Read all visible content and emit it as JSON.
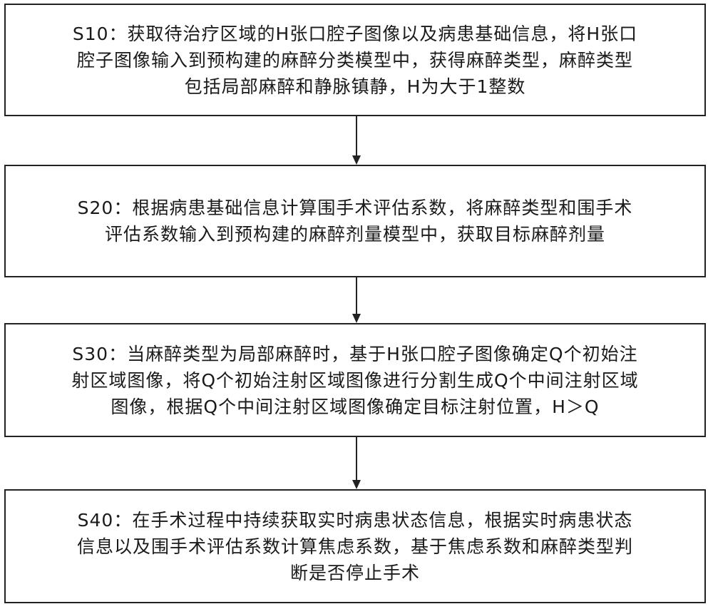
{
  "steps": [
    {
      "lines": [
        "S10：获取待治疗区域的H张口腔子图像以及病患基础信息，将H张口",
        "腔子图像输入到预构建的麻醉分类模型中，获得麻醉类型，麻醉类型",
        "包括局部麻醉和静脉镇静，H为大于1整数"
      ]
    },
    {
      "lines": [
        "S20：根据病患基础信息计算围手术评估系数，将麻醉类型和围手术",
        "评估系数输入到预构建的麻醉剂量模型中，获取目标麻醉剂量"
      ]
    },
    {
      "lines": [
        "S30：当麻醉类型为局部麻醉时，基于H张口腔子图像确定Q个初始注",
        "射区域图像，将Q个初始注射区域图像进行分割生成Q个中间注射区域",
        "图像，根据Q个中间注射区域图像确定目标注射位置，H＞Q"
      ]
    },
    {
      "lines": [
        "S40：在手术过程中持续获取实时病患状态信息，根据实时病患状态",
        "信息以及围手术评估系数计算焦虑系数，基于焦虑系数和麻醉类型判",
        "断是否停止手术"
      ]
    }
  ]
}
